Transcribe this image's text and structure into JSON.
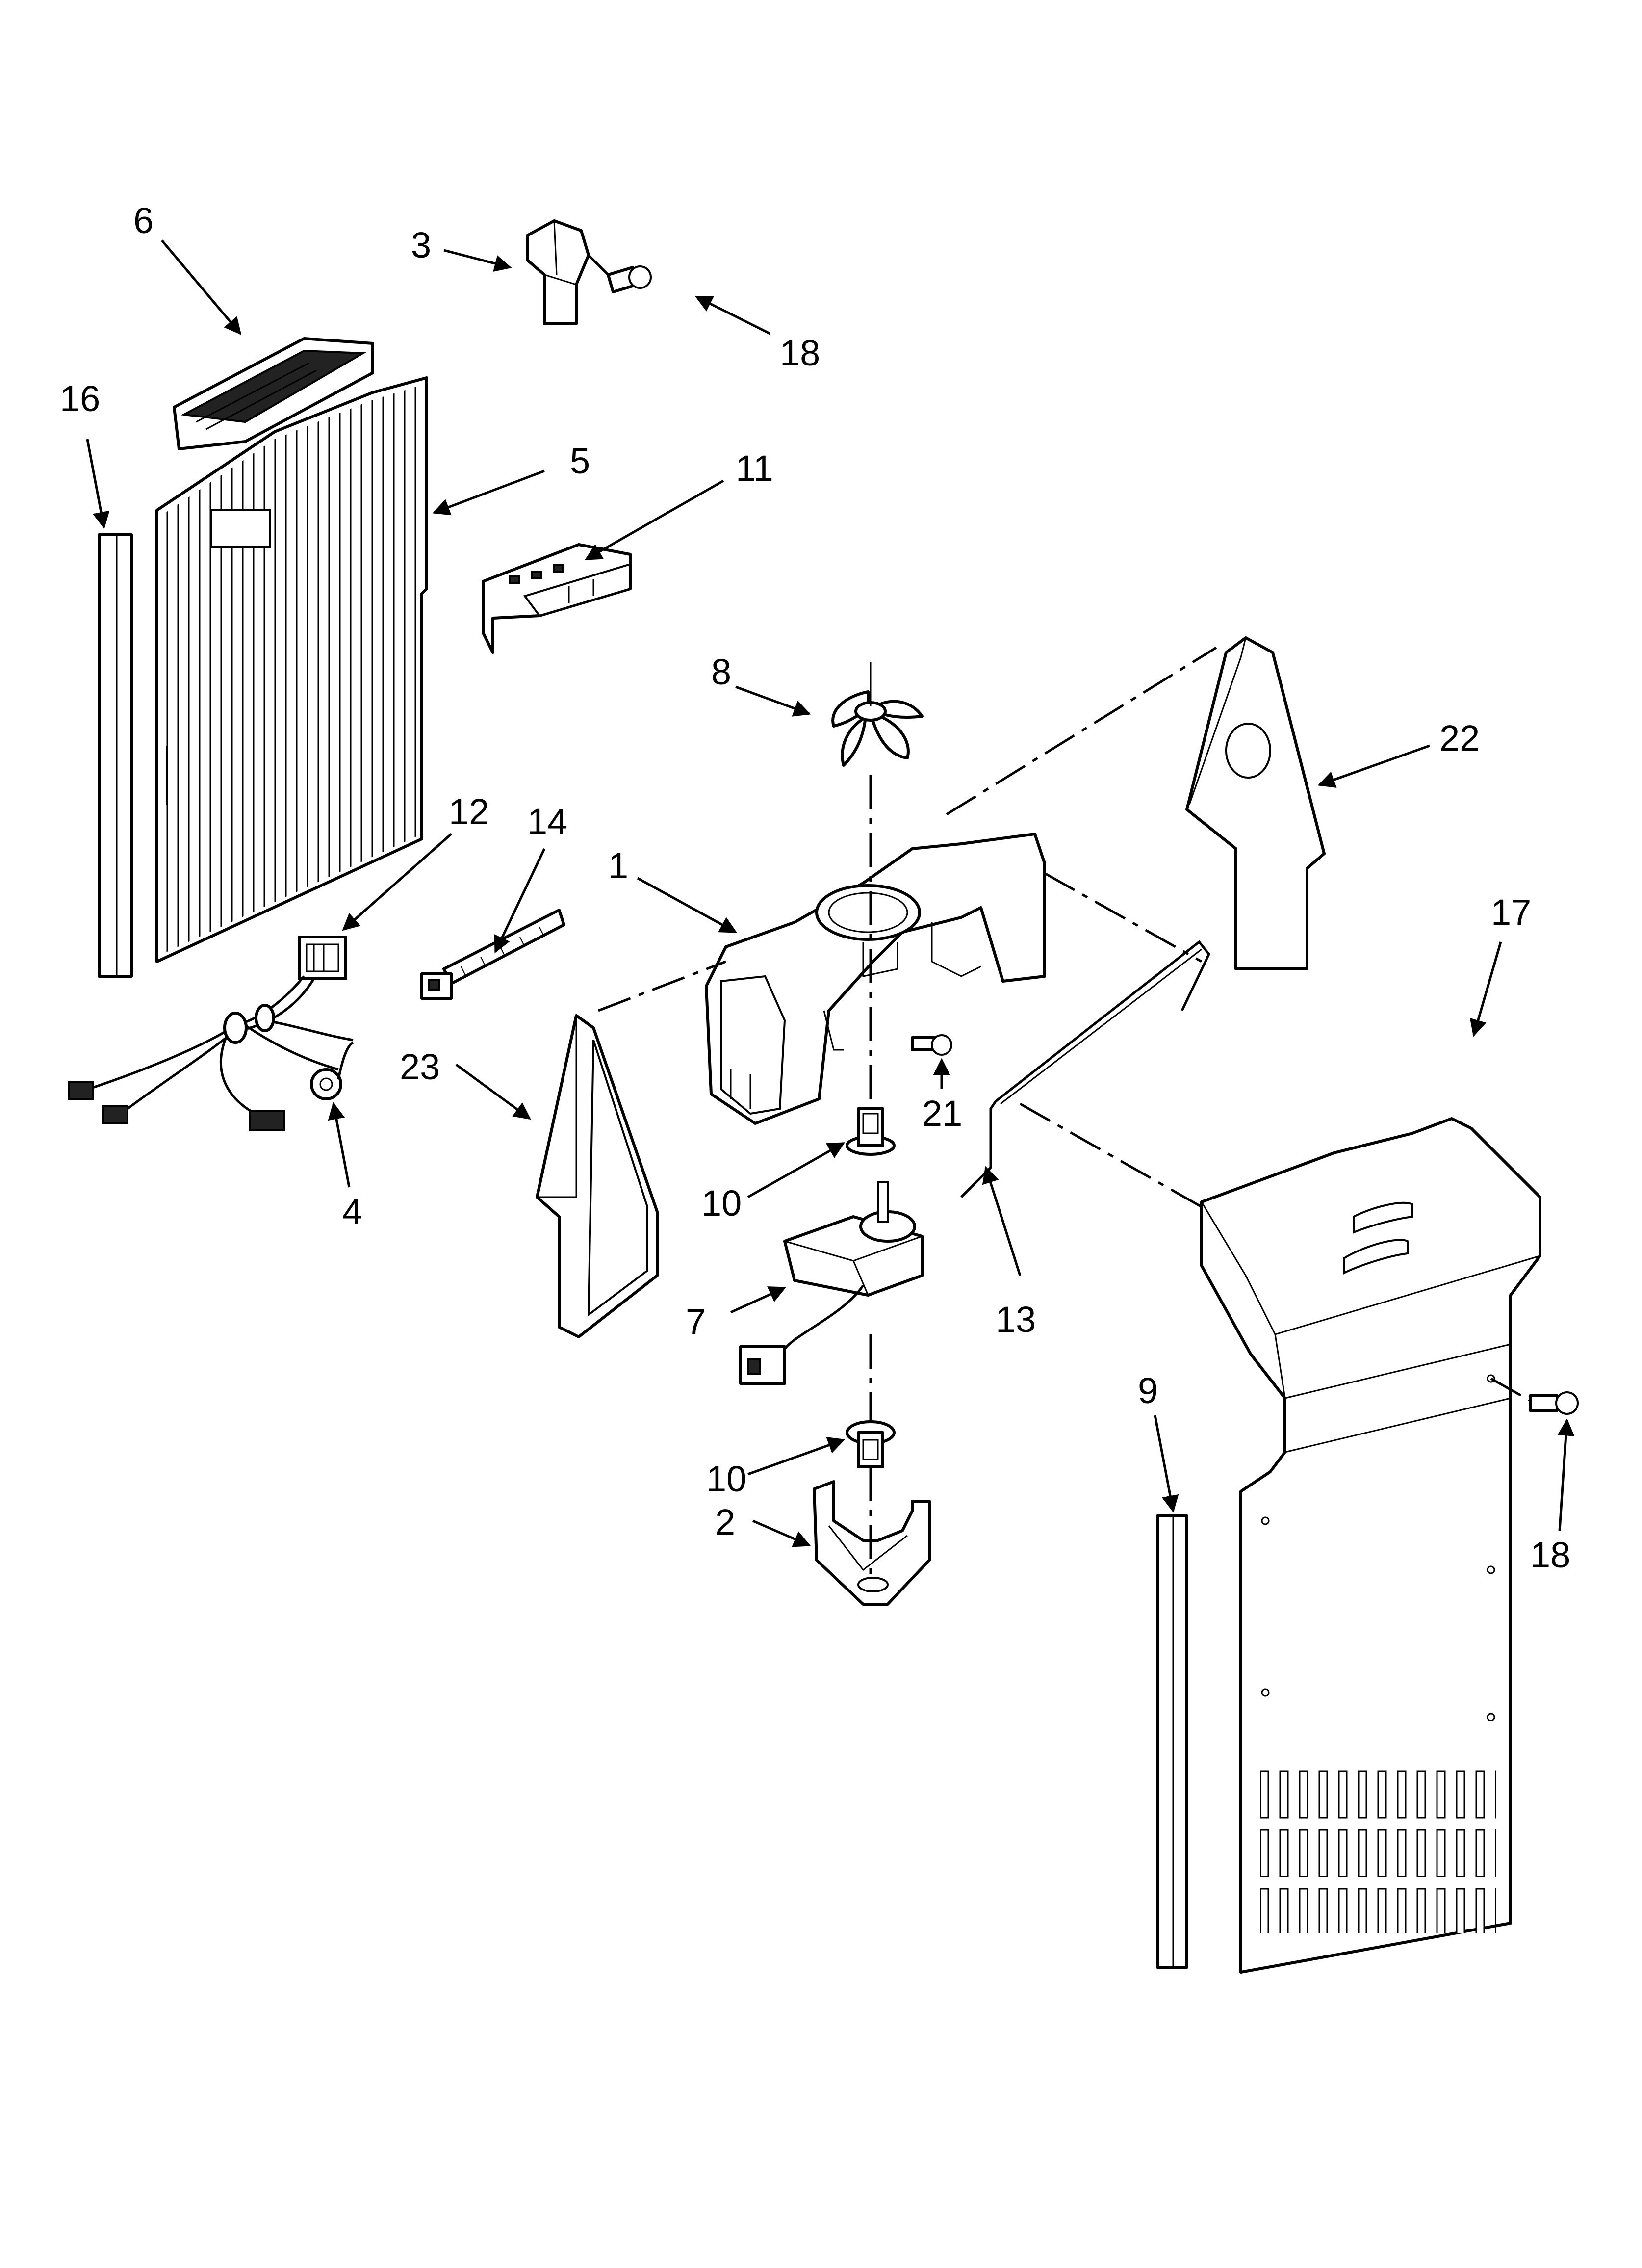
{
  "callouts": [
    {
      "id": "c6",
      "text": "6"
    },
    {
      "id": "c3",
      "text": "3"
    },
    {
      "id": "c18a",
      "text": "18"
    },
    {
      "id": "c16",
      "text": "16"
    },
    {
      "id": "c5",
      "text": "5"
    },
    {
      "id": "c11",
      "text": "11"
    },
    {
      "id": "c8",
      "text": "8"
    },
    {
      "id": "c22",
      "text": "22"
    },
    {
      "id": "c12",
      "text": "12"
    },
    {
      "id": "c14",
      "text": "14"
    },
    {
      "id": "c1",
      "text": "1"
    },
    {
      "id": "c17",
      "text": "17"
    },
    {
      "id": "c23",
      "text": "23"
    },
    {
      "id": "c21",
      "text": "21"
    },
    {
      "id": "c4",
      "text": "4"
    },
    {
      "id": "c10a",
      "text": "10"
    },
    {
      "id": "c13",
      "text": "13"
    },
    {
      "id": "c7",
      "text": "7"
    },
    {
      "id": "c9",
      "text": "9"
    },
    {
      "id": "c10b",
      "text": "10"
    },
    {
      "id": "c2",
      "text": "2"
    },
    {
      "id": "c18b",
      "text": "18"
    }
  ]
}
